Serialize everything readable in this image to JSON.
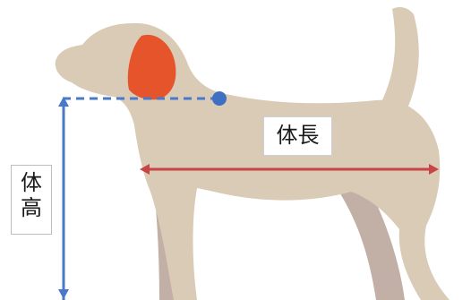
{
  "labels": {
    "body_length": "体長",
    "height_line1": "体",
    "height_line2": "高"
  },
  "colors": {
    "dog_body": "#d9cbb6",
    "dog_rear_legs": "#c2afa6",
    "ear": "#e5542b",
    "height_guide": "#4a79c9",
    "length_arrow": "#c74545",
    "label_border": "#b9bec6"
  }
}
